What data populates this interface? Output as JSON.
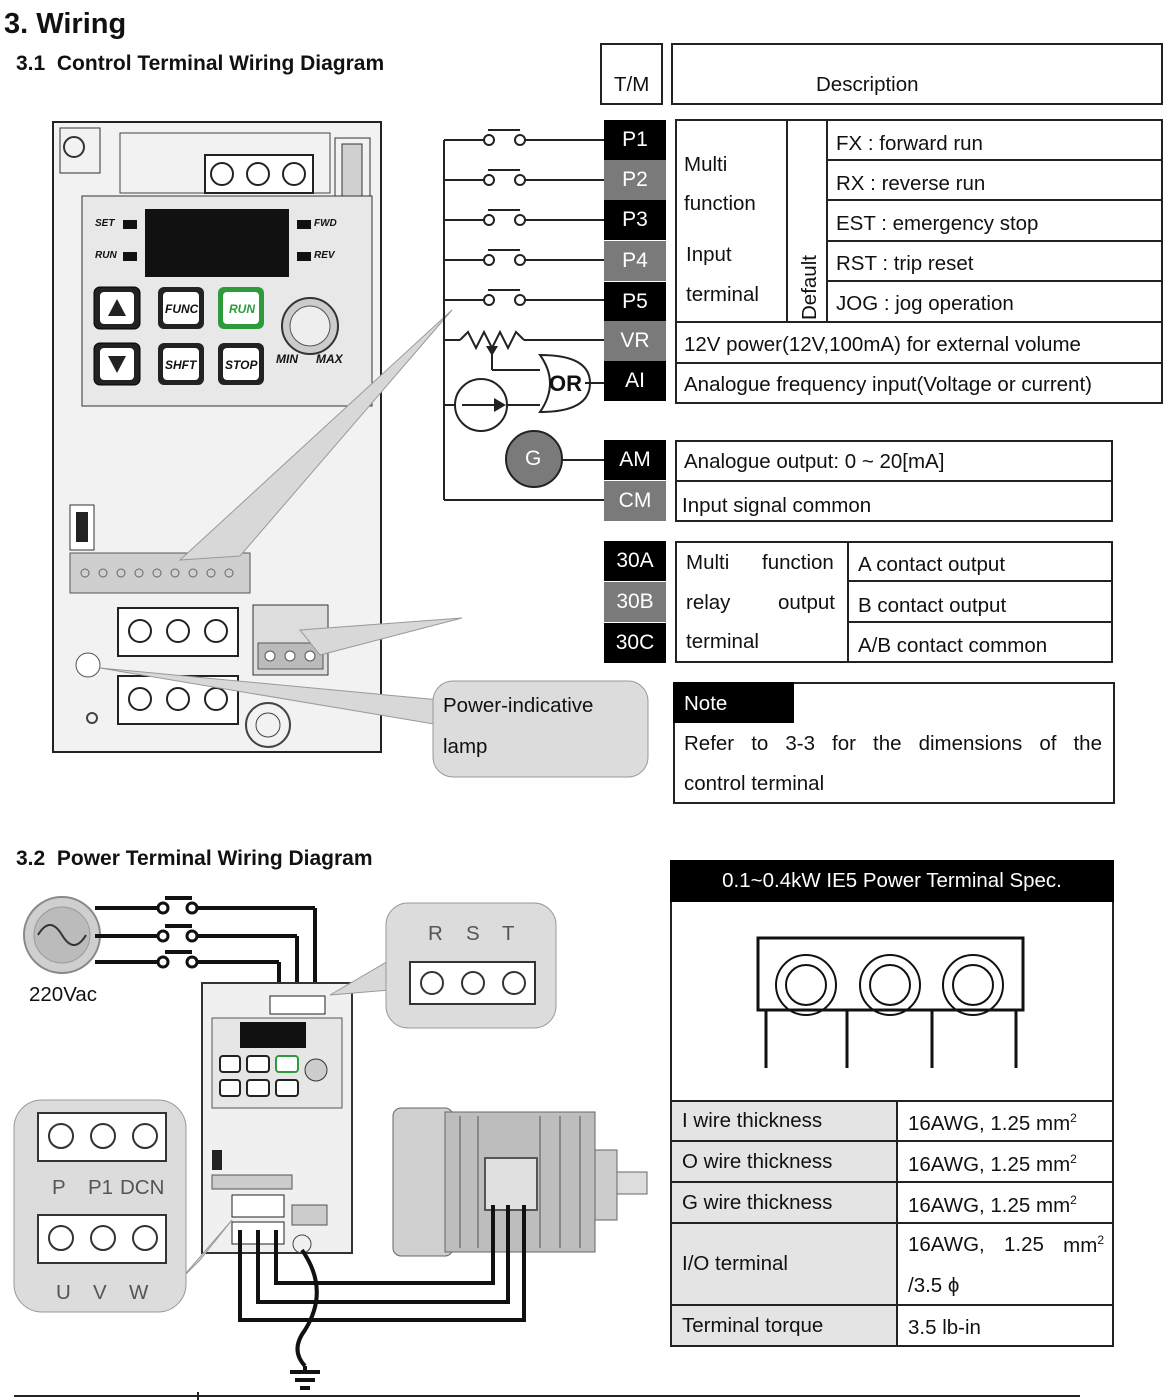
{
  "heading": "3. Wiring",
  "section1": {
    "num": "3.1",
    "title": "Control Terminal Wiring Diagram"
  },
  "section2": {
    "num": "3.2",
    "title": "Power Terminal Wiring Diagram"
  },
  "table_headers": {
    "tm": "T/M",
    "description": "Description"
  },
  "multi_input": {
    "group_label": [
      "Multi",
      "function",
      "Input",
      "terminal"
    ],
    "default_label": "Default",
    "rows": [
      {
        "tm": "P1",
        "desc": "FX : forward run"
      },
      {
        "tm": "P2",
        "desc": "RX : reverse run"
      },
      {
        "tm": "P3",
        "desc": "EST : emergency stop"
      },
      {
        "tm": "P4",
        "desc": "RST : trip reset"
      },
      {
        "tm": "P5",
        "desc": "JOG : jog operation"
      }
    ]
  },
  "vr": {
    "tm": "VR",
    "desc": "12V power(12V,100mA) for external volume"
  },
  "ai": {
    "tm": "AI",
    "desc": "Analogue frequency input(Voltage or current)"
  },
  "am": {
    "tm": "AM",
    "desc": "Analogue output: 0 ~ 20[mA]"
  },
  "cm": {
    "tm": "CM",
    "desc": "Input signal common"
  },
  "or_label": "OR",
  "g_label": "G",
  "relay": {
    "label_words": [
      "Multi",
      "function",
      "relay",
      "output",
      "terminal"
    ],
    "rows": [
      {
        "tm": "30A",
        "desc": "A contact output"
      },
      {
        "tm": "30B",
        "desc": "B contact output"
      },
      {
        "tm": "30C",
        "desc": "A/B contact common"
      }
    ]
  },
  "note": {
    "title": "Note",
    "line1_words": [
      "Refer",
      "to",
      "3-3",
      "for",
      "the",
      "dimensions",
      "of",
      "the"
    ],
    "line2": "control terminal"
  },
  "callout_lamp": [
    "Power-indicative",
    "lamp"
  ],
  "keypad": {
    "set": "SET",
    "run_led": "RUN",
    "fwd": "FWD",
    "rev": "REV",
    "func": "FUNC",
    "run": "RUN",
    "shft": "SHFT",
    "stop": "STOP",
    "min": "MIN",
    "max": "MAX"
  },
  "power": {
    "supply": "220Vac",
    "rst": [
      "R",
      "S",
      "T"
    ],
    "pdc": [
      "P",
      "P1",
      "DCN"
    ],
    "uvw": [
      "U",
      "V",
      "W"
    ]
  },
  "spec": {
    "title": "0.1~0.4kW IE5 Power Terminal Spec.",
    "rows": [
      {
        "label": "I wire thickness",
        "value": "16AWG, 1.25 mm",
        "sup": "2"
      },
      {
        "label": "O wire thickness",
        "value": "16AWG, 1.25 mm",
        "sup": "2"
      },
      {
        "label": "G wire thickness",
        "value": "16AWG, 1.25 mm",
        "sup": "2"
      }
    ],
    "io": {
      "label": "I/O terminal",
      "value_words": [
        "16AWG,",
        "1.25",
        "mm"
      ],
      "sup": "2",
      "value2": "/3.5 ϕ"
    },
    "torque": {
      "label": "Terminal torque",
      "value": "3.5 lb-in"
    }
  },
  "colors": {
    "run_green": "#2e9b3a",
    "callout_gray": "#dcdcdc",
    "gray_cell": "#7a7a7a",
    "spec_label_bg": "#e4e4e4"
  }
}
